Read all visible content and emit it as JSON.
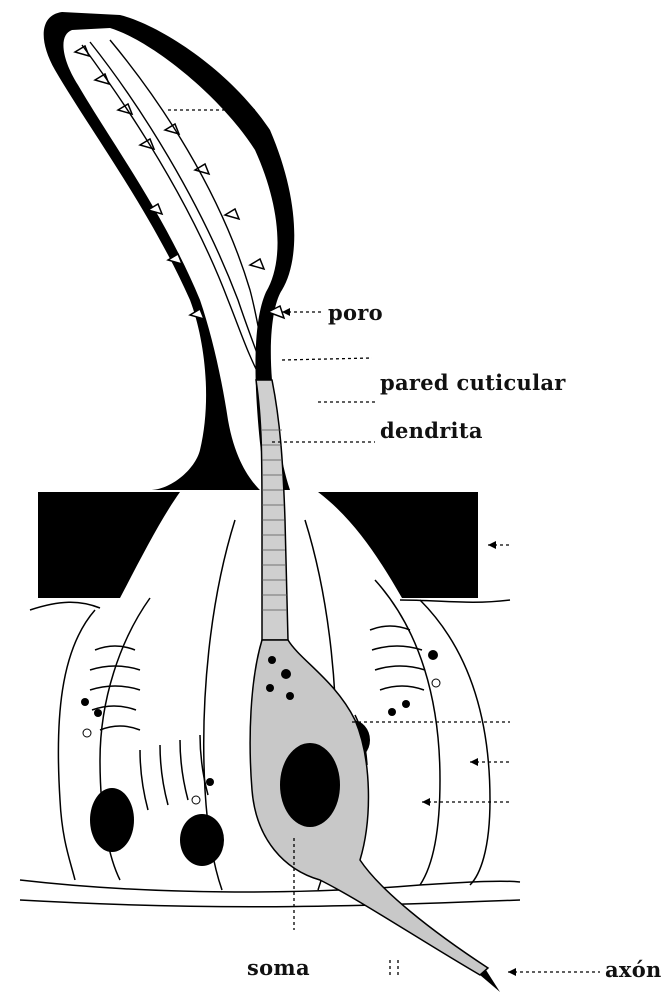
{
  "labels": {
    "poro": "poro",
    "pared": "pared cuticular",
    "dendrita": "dendrita",
    "soma": "soma",
    "axon": "axón"
  },
  "colors": {
    "ink": "#111111",
    "cuticle": "#000000",
    "cytoplasm": "#c8c8c8",
    "background": "#ffffff"
  }
}
